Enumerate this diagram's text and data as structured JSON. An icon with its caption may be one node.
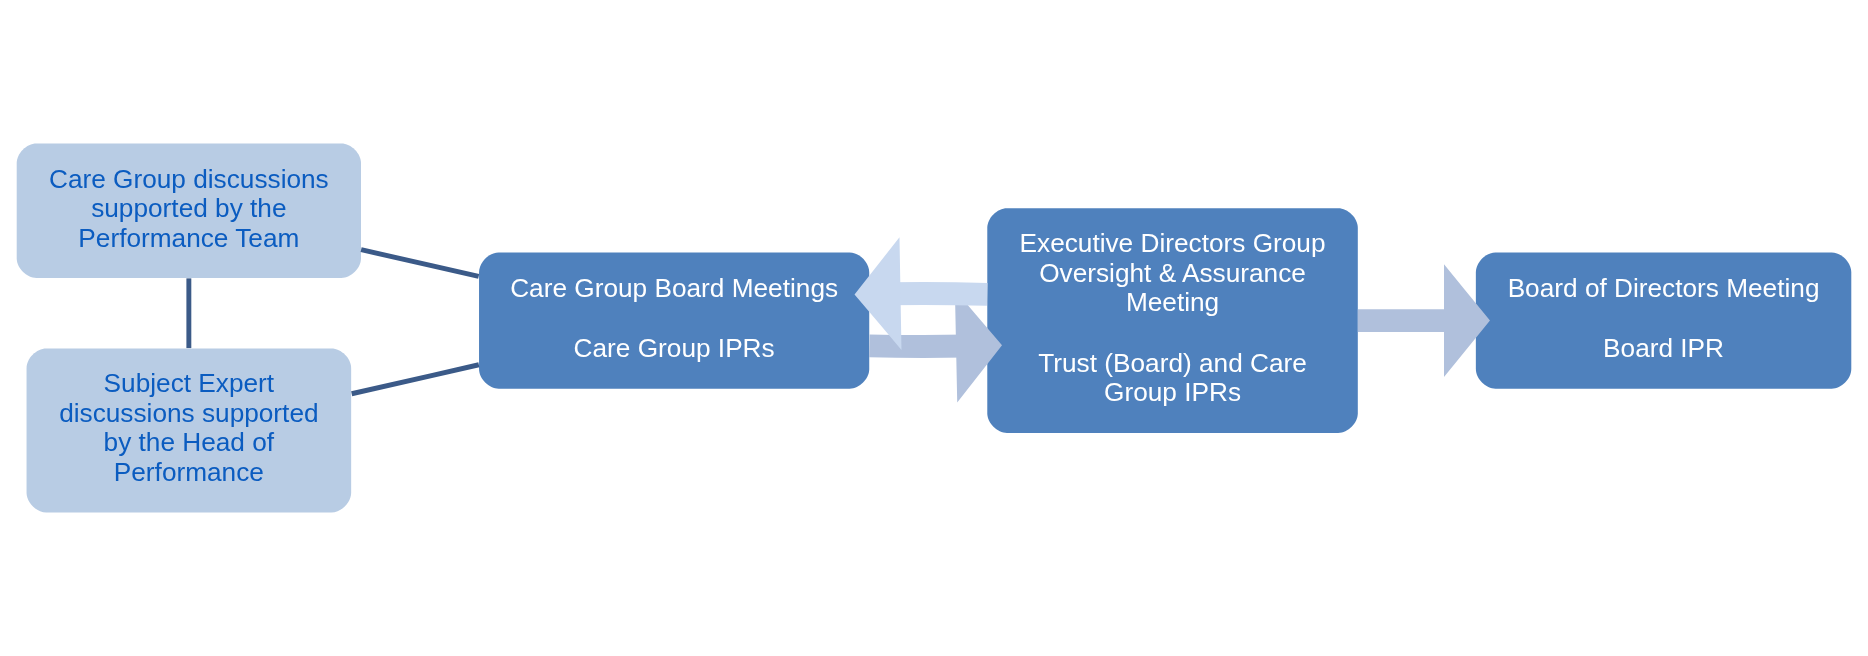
{
  "diagram": {
    "nodes": [
      {
        "text": [
          "Care Group discussions supported by the Performance Team"
        ]
      },
      {
        "text": [
          "Care Group Board Meetings",
          "Care Group IPRs"
        ]
      },
      {
        "text": [
          "Subject Expert discussions supported by the Head of Performance"
        ]
      },
      {
        "text": [
          "Executive Directors Group Oversight & Assurance Meeting",
          "Trust (Board) and Care Group IPRs"
        ]
      },
      {
        "text": [
          "Board of Directors Meeting",
          "Board IPR"
        ]
      }
    ],
    "edges": [
      {
        "from": 0,
        "to": 1,
        "arrow": "none",
        "color": "#3b5a88"
      },
      {
        "from": 0,
        "to": 2,
        "arrow": "none",
        "color": "#3b5a88"
      },
      {
        "from": 2,
        "to": 1,
        "arrow": "none",
        "color": "#3b5a88"
      },
      {
        "from": 1,
        "to": 3,
        "arrow": "to",
        "style": "thick",
        "color": "#b0c0dc"
      },
      {
        "from": 3,
        "to": 1,
        "arrow": "to",
        "style": "thick",
        "color": "#c8d8ef"
      },
      {
        "from": 3,
        "to": 4,
        "arrow": "to",
        "style": "thick",
        "color": "#b0c0dc"
      }
    ]
  }
}
